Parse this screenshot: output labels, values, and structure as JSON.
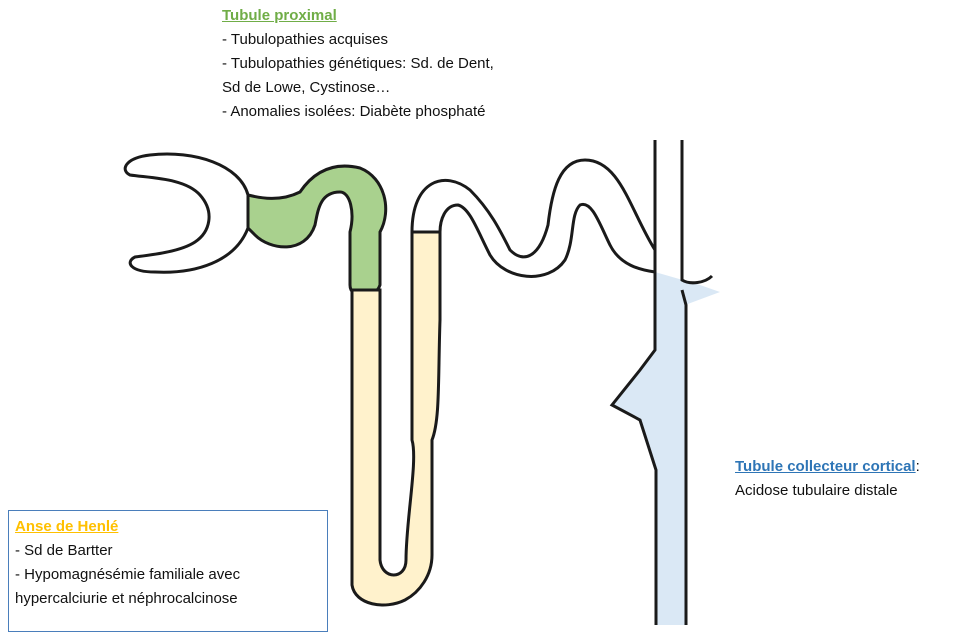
{
  "colors": {
    "proximal": "#a9d18e",
    "henle": "#fff2cc",
    "collecteur": "#dae8f5",
    "outline": "#1a1a1a"
  },
  "proximal": {
    "title": "Tubule proximal",
    "lines": [
      "- Tubulopathies acquises",
      "- Tubulopathies génétiques: Sd. de Dent,",
      "Sd de Lowe, Cystinose…",
      "- Anomalies isolées: Diabète phosphaté"
    ]
  },
  "collecteur": {
    "title": "Tubule collecteur cortical",
    "title_suffix": ":",
    "lines": [
      "Acidose tubulaire distale"
    ]
  },
  "henle": {
    "title": "Anse de Henlé",
    "lines": [
      "- Sd de Bartter",
      "- Hypomagnésémie familiale avec",
      "hypercalciurie et néphrocalcinose"
    ]
  }
}
